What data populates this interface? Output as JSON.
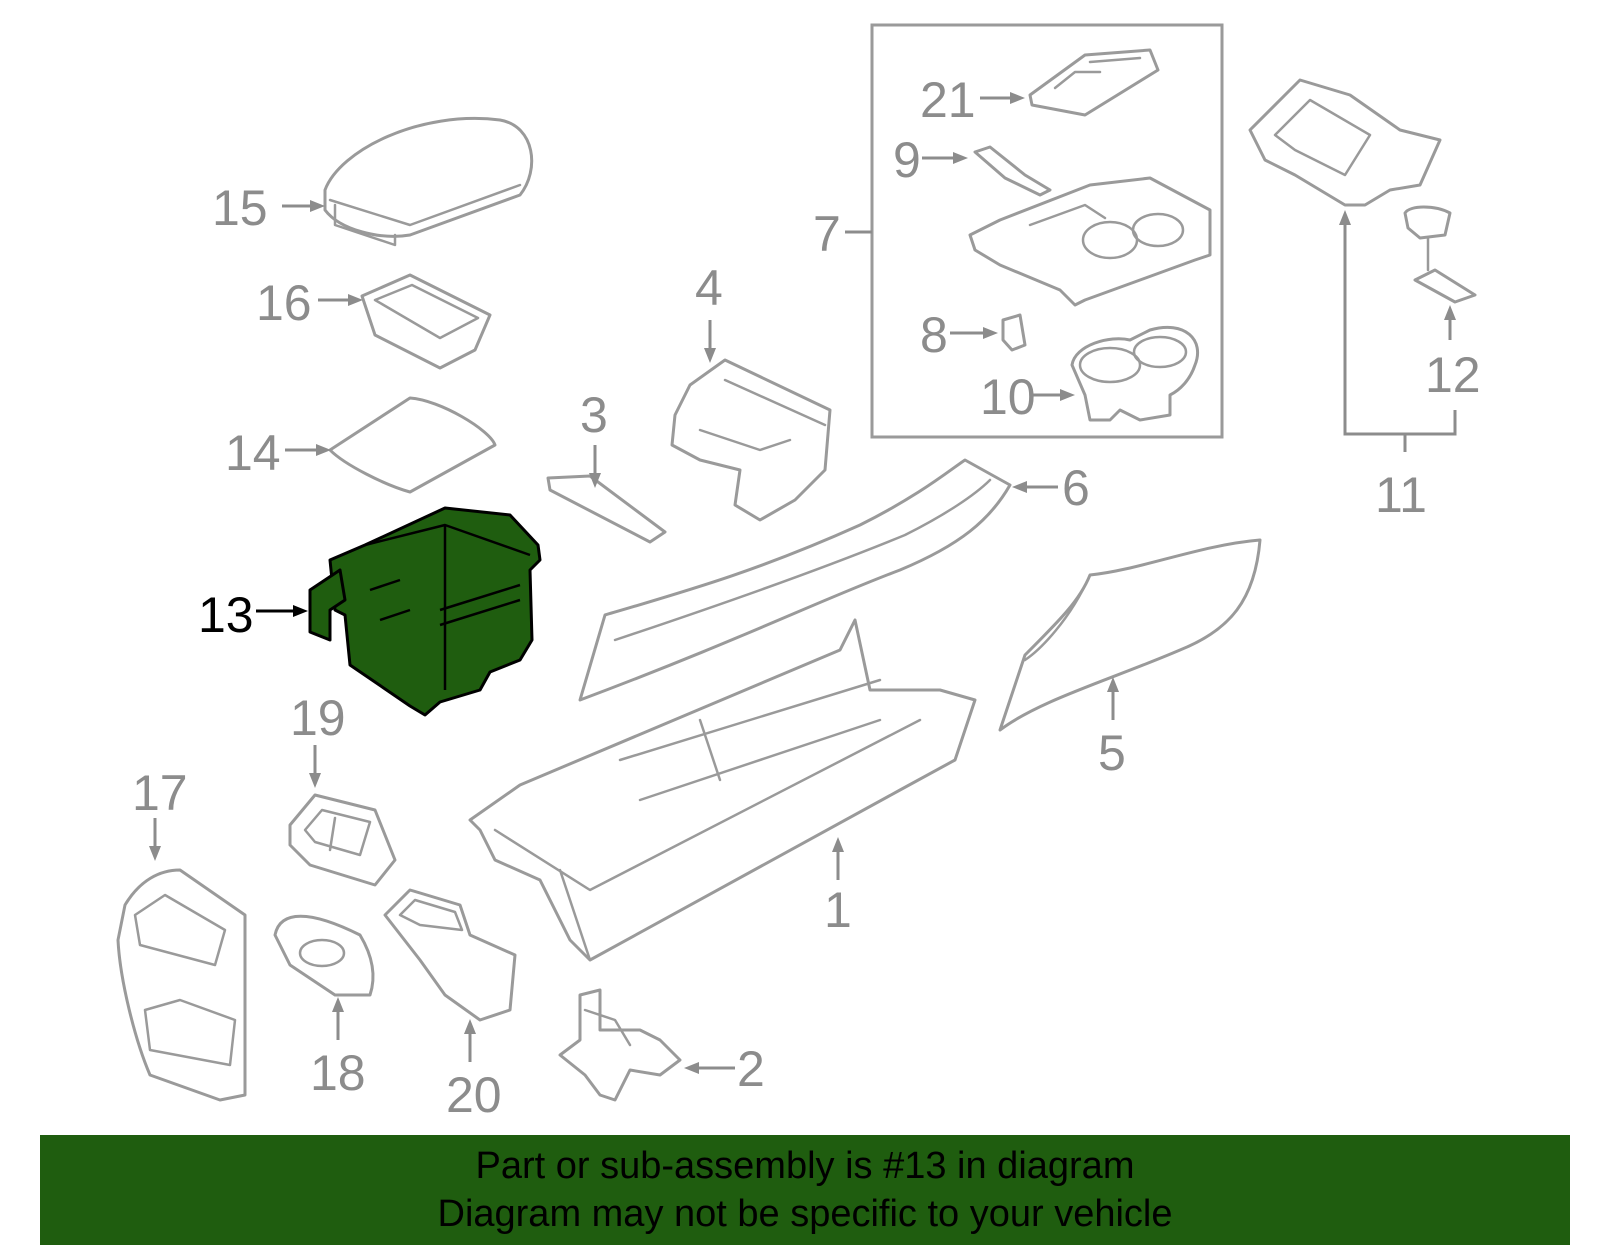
{
  "diagram": {
    "highlighted_part": "13",
    "highlight_color": "#1f5d0f",
    "callouts": {
      "p1": "1",
      "p2": "2",
      "p3": "3",
      "p4": "4",
      "p5": "5",
      "p6": "6",
      "p7": "7",
      "p8": "8",
      "p9": "9",
      "p10": "10",
      "p11": "11",
      "p12": "12",
      "p13": "13",
      "p14": "14",
      "p15": "15",
      "p16": "16",
      "p17": "17",
      "p18": "18",
      "p19": "19",
      "p20": "20",
      "p21": "21"
    }
  },
  "banner": {
    "line1": "Part or sub-assembly is #13 in diagram",
    "line2": "Diagram may not be specific to your vehicle",
    "background": "#1f5d0f"
  }
}
